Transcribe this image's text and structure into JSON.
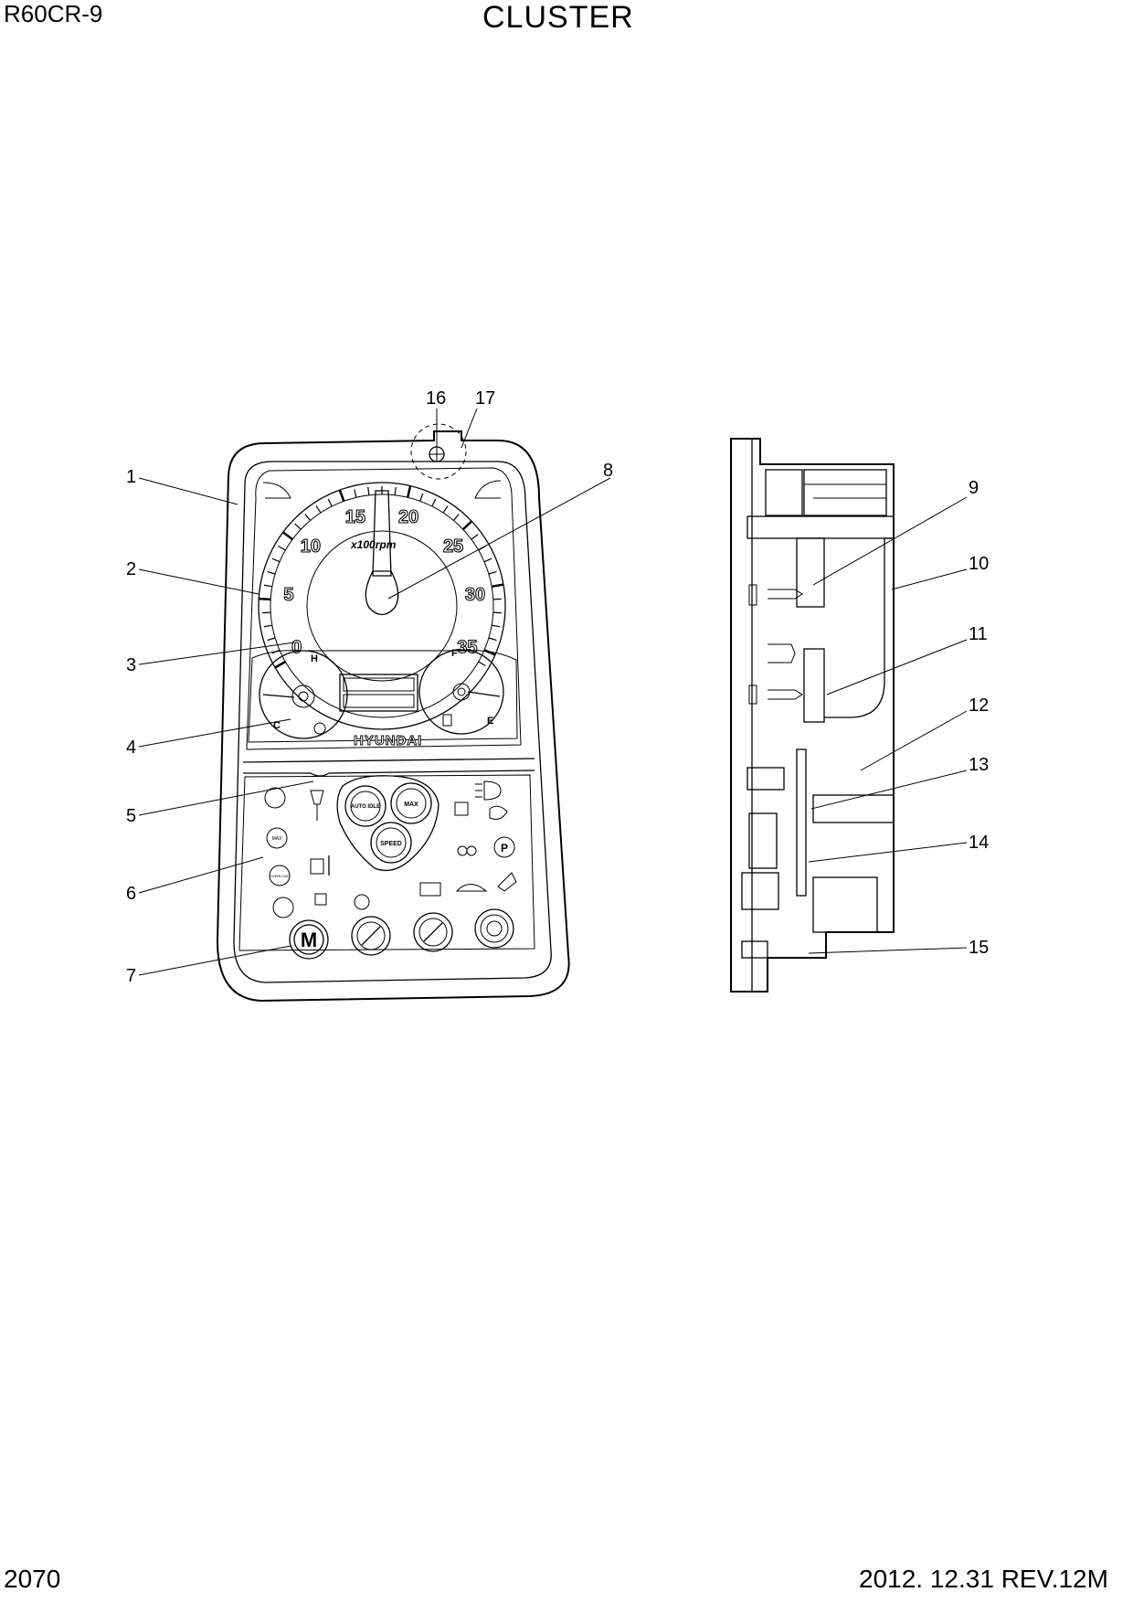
{
  "header": {
    "model": "R60CR-9",
    "title": "CLUSTER"
  },
  "footer": {
    "page": "2070",
    "revision": "2012. 12.31  REV.12M"
  },
  "callouts": [
    "1",
    "2",
    "3",
    "4",
    "5",
    "6",
    "7",
    "8",
    "9",
    "10",
    "11",
    "12",
    "13",
    "14",
    "15",
    "16",
    "17"
  ],
  "gauge": {
    "dial_numbers": [
      "0",
      "5",
      "10",
      "15",
      "20",
      "25",
      "30",
      "35"
    ],
    "unit_label": "x100rpm",
    "temp_labels": [
      "H",
      "C"
    ],
    "fuel_labels": [
      "F",
      "E"
    ],
    "brand": "HYUNDAI"
  },
  "panel": {
    "button_labels": [
      "AUTO IDLE",
      "MAX",
      "SPEED",
      "M"
    ],
    "indicator_text": [
      "MAX",
      "OVERLOAD"
    ]
  }
}
